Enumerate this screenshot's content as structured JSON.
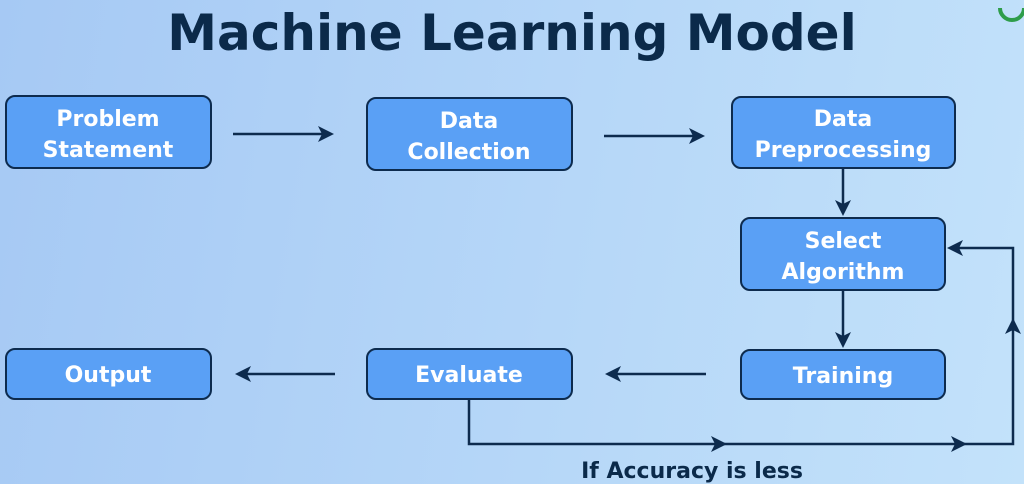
{
  "title": "Machine Learning Model",
  "nodes": {
    "problem": [
      "Problem",
      "Statement"
    ],
    "collection": [
      "Data",
      "Collection"
    ],
    "preprocessing": [
      "Data",
      "Preprocessing"
    ],
    "algorithm": [
      "Select",
      "Algorithm"
    ],
    "training": "Training",
    "evaluate": "Evaluate",
    "output": "Output"
  },
  "feedback_label": "If Accuracy is less",
  "colors": {
    "box": "#5aa0f5",
    "border": "#0d2b4e",
    "title": "#0b2a4a"
  }
}
